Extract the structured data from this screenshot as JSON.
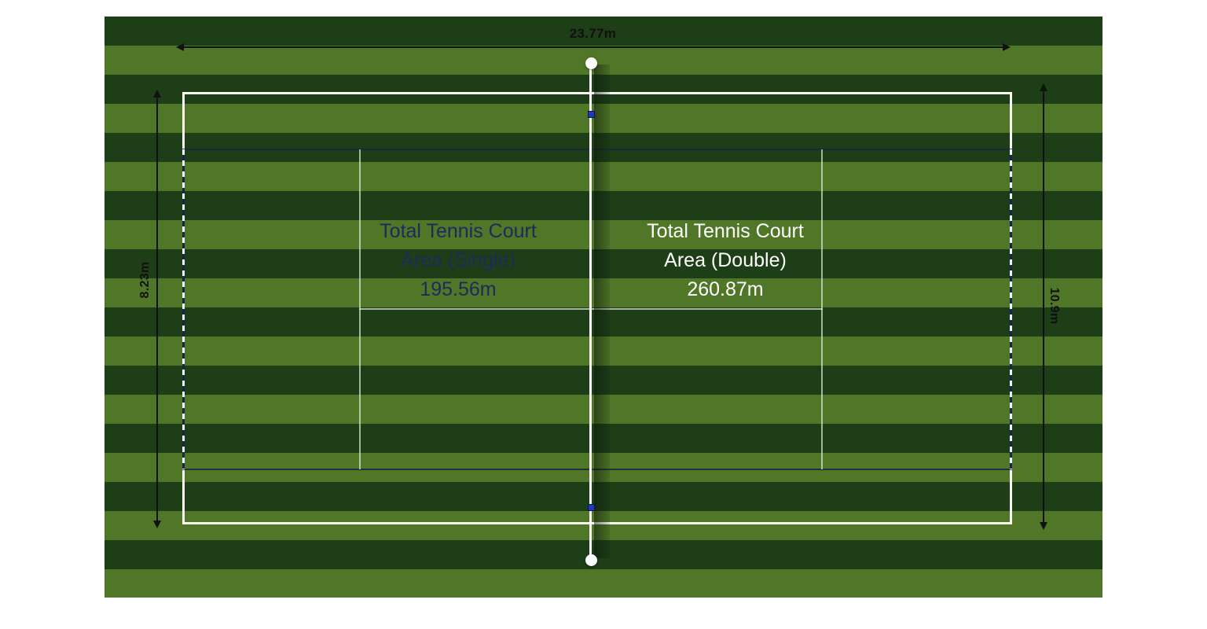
{
  "measurements": {
    "court_length": "23.77m",
    "singles_width": "8.23m",
    "doubles_width": "10.9m"
  },
  "singles_area": {
    "line1": "Total Tennis Court",
    "line2": "Area (Single)",
    "value": "195.56m"
  },
  "doubles_area": {
    "line1": "Total Tennis Court",
    "line2": "Area (Double)",
    "value": "260.87m"
  },
  "colors": {
    "grass_dark": "#1e3e17",
    "grass_light": "#507628",
    "court_line_white": "#f8f8f2",
    "singles_line_navy": "#182743",
    "singles_text_navy": "#1e2a5a",
    "doubles_text_white": "#ffffff",
    "net_white": "#fdfdf8",
    "singles_stick_blue": "#1d3bb8",
    "dimension_arrow_black": "#111111"
  }
}
